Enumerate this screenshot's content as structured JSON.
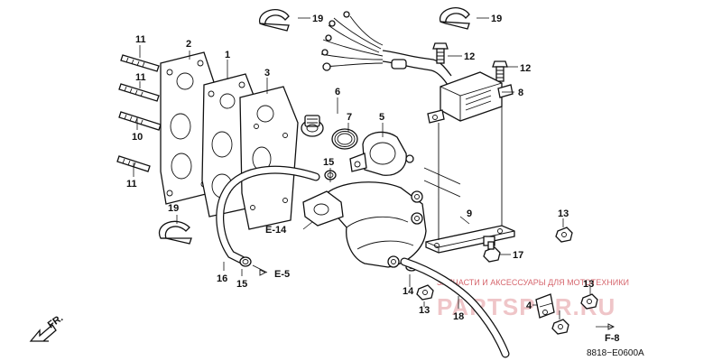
{
  "callouts": {
    "c1": "1",
    "c2": "2",
    "c3": "3",
    "c4": "4",
    "c5": "5",
    "c6": "6",
    "c7": "7",
    "c8": "8",
    "c9": "9",
    "c10": "10",
    "c11a": "11",
    "c11b": "11",
    "c11c": "11",
    "c12a": "12",
    "c12b": "12",
    "c13a": "13",
    "c13b": "13",
    "c13c": "13",
    "c14": "14",
    "c15a": "15",
    "c15b": "15",
    "c16": "16",
    "c17": "17",
    "c18": "18",
    "c19a": "19",
    "c19b": "19",
    "c19c": "19"
  },
  "references": {
    "e14": "E-14",
    "e5": "E-5",
    "f8": "F-8"
  },
  "front_indicator": "FR.",
  "diagram_code": "8818−E0600A",
  "watermark": {
    "top_text": "ЗАПЧАСТИ И АКСЕССУАРЫ ДЛЯ МОТОТЕХНИКИ",
    "logo_text": "PARTSPOR.RU"
  },
  "colors": {
    "line": "#111111",
    "watermark": "#c8323c",
    "background": "#ffffff"
  }
}
